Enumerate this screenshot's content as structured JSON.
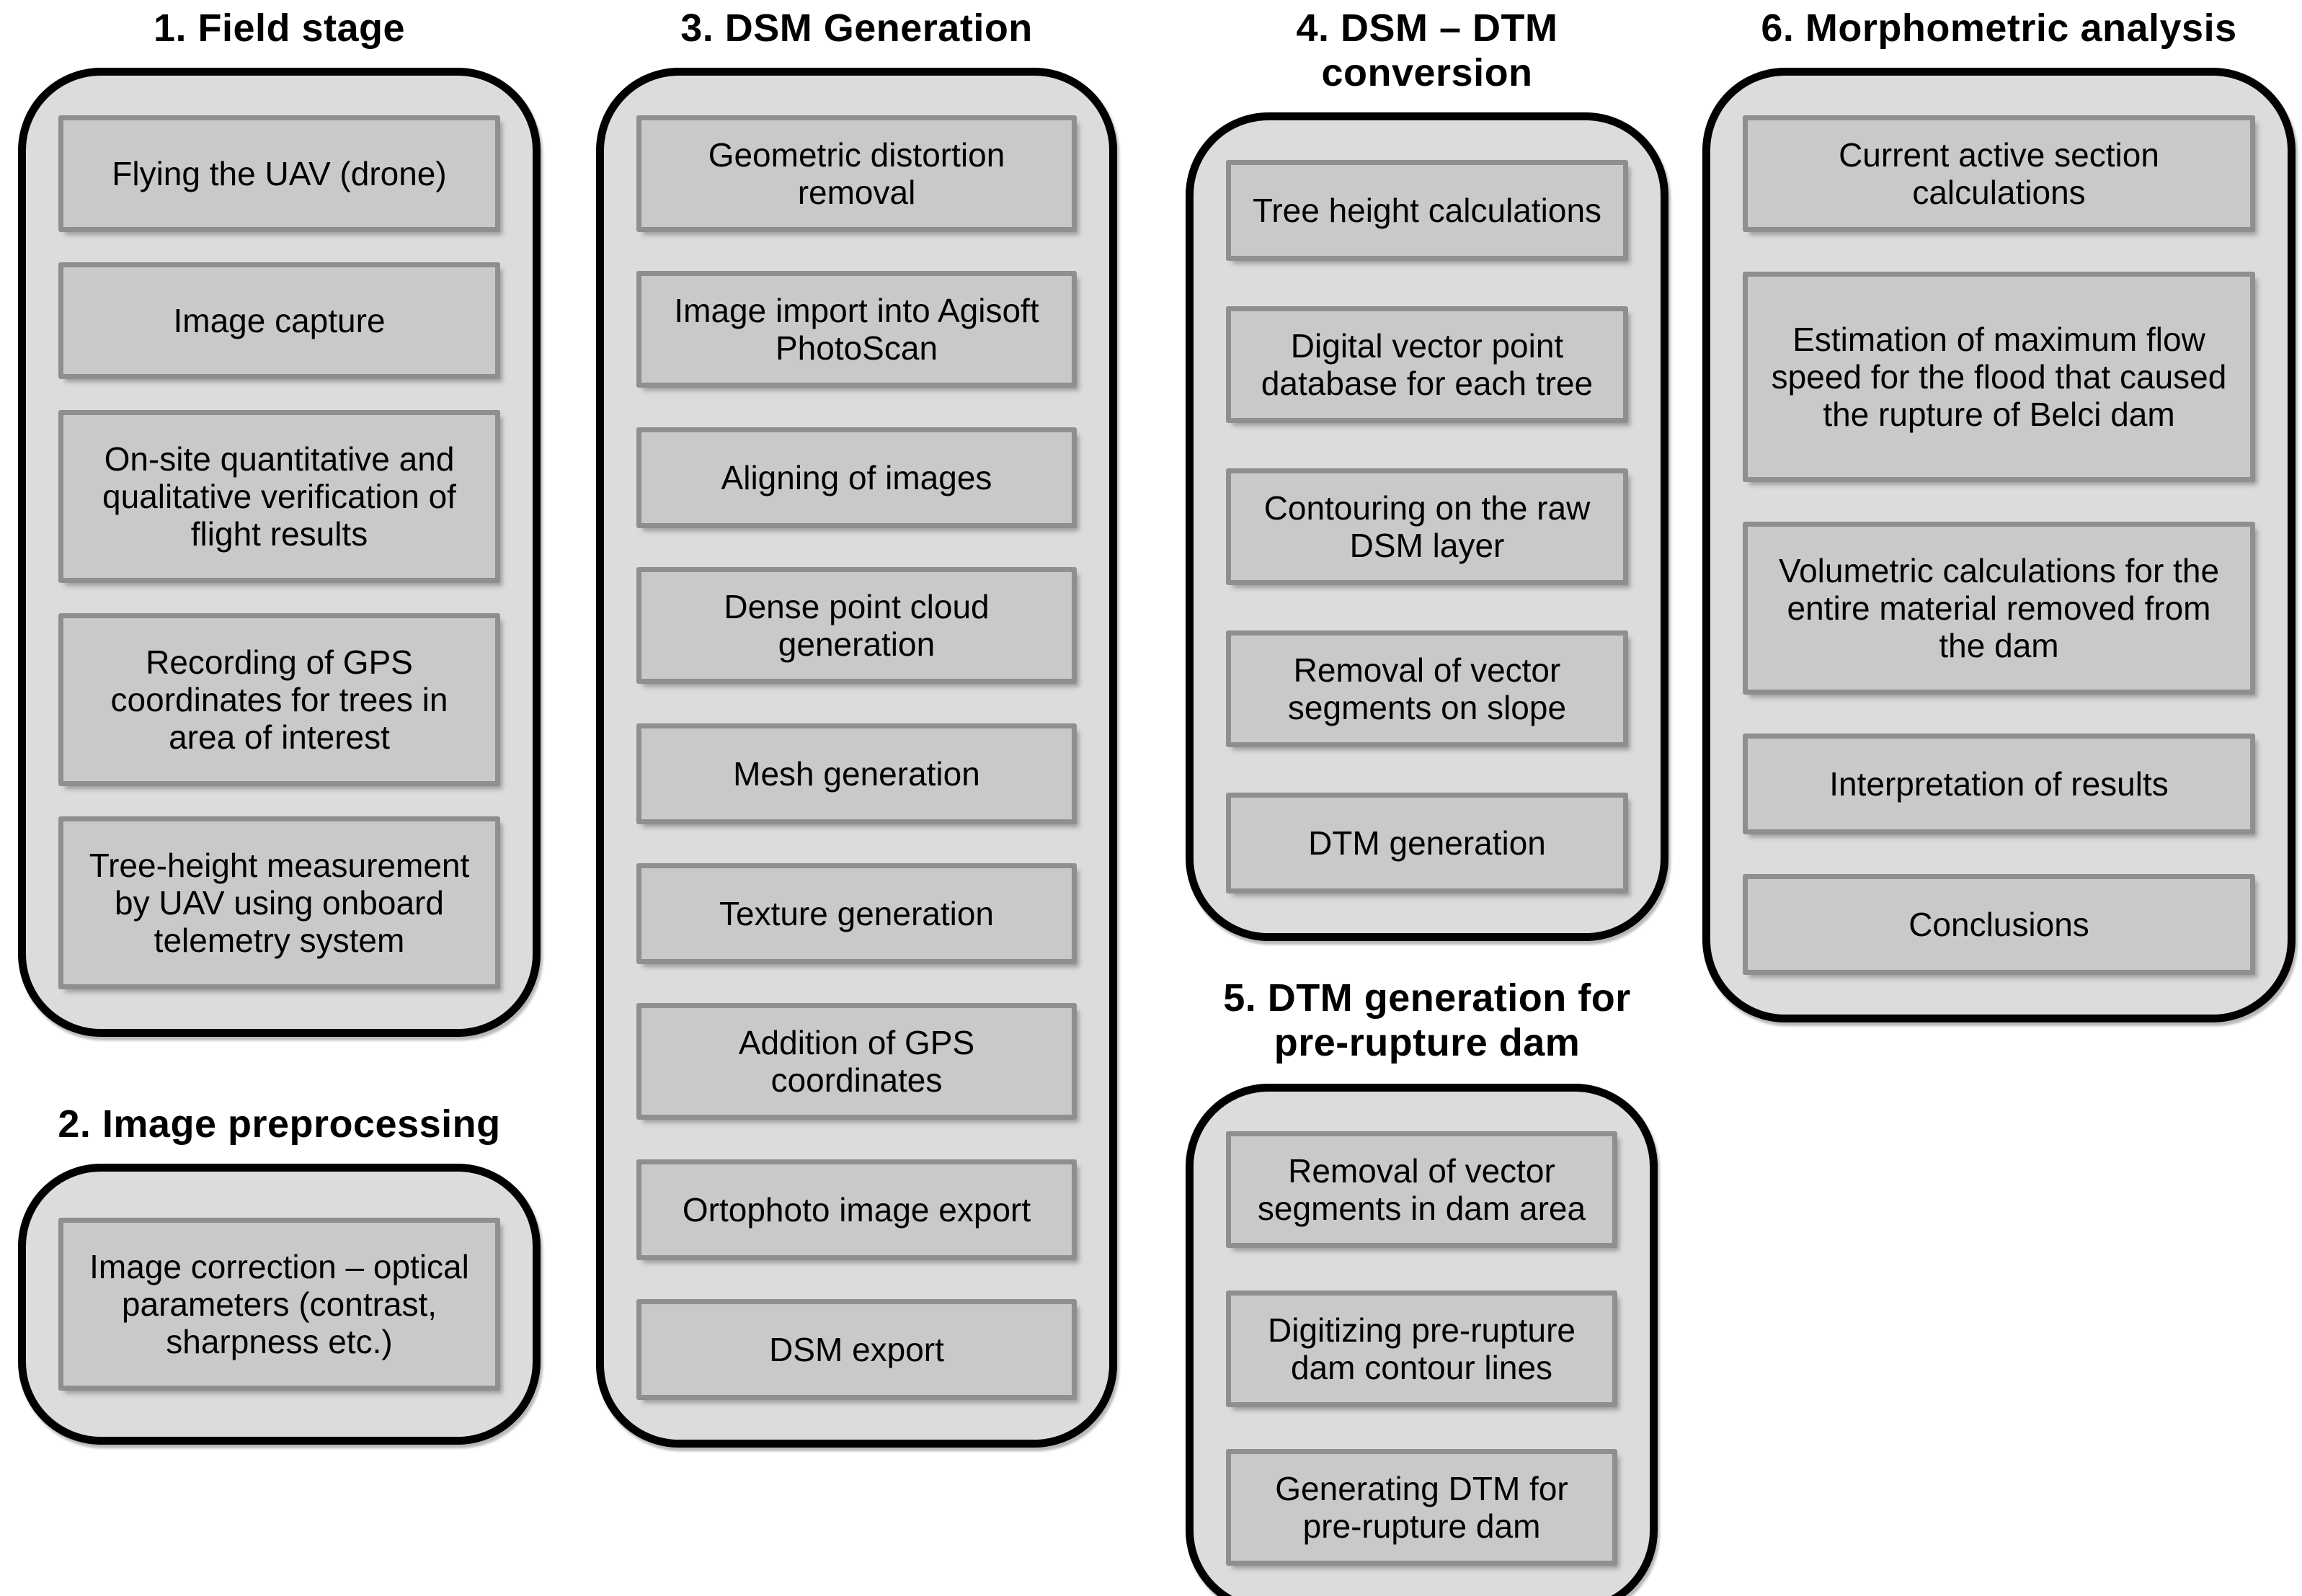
{
  "diagram": {
    "kind": "workflow-flowchart",
    "colors": {
      "page_background": "#ffffff",
      "container_fill": "#dcdcdc",
      "container_border": "#000000",
      "box_fill": "#c9c9c9",
      "box_border": "#8f8f8f",
      "text": "#000000"
    }
  },
  "sections": [
    {
      "title": "1. Field stage",
      "boxes": [
        {
          "label": "Flying the UAV (drone)"
        },
        {
          "label": "Image capture"
        },
        {
          "label": "On-site quantitative and qualitative verification of flight results"
        },
        {
          "label": "Recording of GPS coordinates for trees in area of interest"
        },
        {
          "label": "Tree-height measurement by UAV using onboard telemetry system"
        }
      ]
    },
    {
      "title": "2. Image preprocessing",
      "boxes": [
        {
          "label": "Image correction – optical parameters (contrast, sharpness etc.)"
        }
      ]
    },
    {
      "title": "3. DSM Generation",
      "boxes": [
        {
          "label": "Geometric distortion removal"
        },
        {
          "label": "Image import into Agisoft PhotoScan"
        },
        {
          "label": "Aligning of images"
        },
        {
          "label": "Dense point cloud generation"
        },
        {
          "label": "Mesh generation"
        },
        {
          "label": "Texture generation"
        },
        {
          "label": "Addition of GPS coordinates"
        },
        {
          "label": "Ortophoto image export"
        },
        {
          "label": "DSM export"
        }
      ]
    },
    {
      "title": "4. DSM – DTM conversion",
      "boxes": [
        {
          "label": "Tree height calculations"
        },
        {
          "label": "Digital vector point database for each tree"
        },
        {
          "label": "Contouring on the raw DSM layer"
        },
        {
          "label": "Removal of vector segments on slope"
        },
        {
          "label": "DTM generation"
        }
      ]
    },
    {
      "title": "5. DTM generation for pre-rupture dam",
      "boxes": [
        {
          "label": "Removal of vector segments in dam area"
        },
        {
          "label": "Digitizing pre-rupture dam contour lines"
        },
        {
          "label": "Generating DTM for pre-rupture dam"
        }
      ]
    },
    {
      "title": "6. Morphometric analysis",
      "boxes": [
        {
          "label": "Current active section calculations"
        },
        {
          "label": "Estimation of maximum flow speed for the flood that caused the rupture of Belci dam"
        },
        {
          "label": "Volumetric calculations for the entire material removed from the dam"
        },
        {
          "label": "Interpretation of results"
        },
        {
          "label": "Conclusions"
        }
      ]
    }
  ]
}
